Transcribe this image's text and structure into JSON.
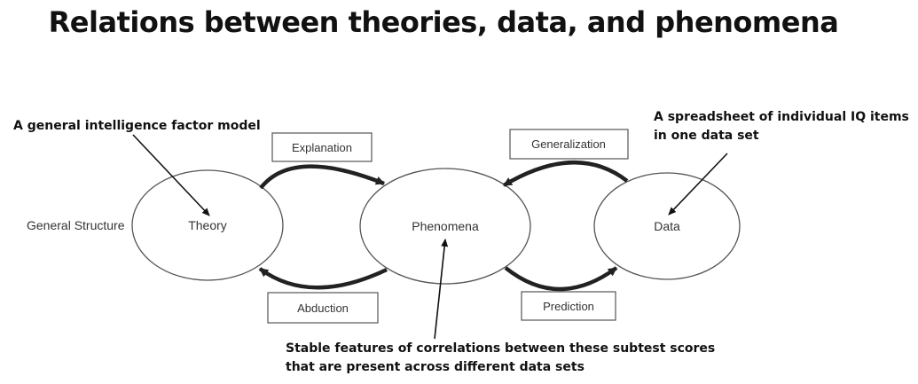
{
  "title": "Relations between theories, data, and phenomena",
  "diagram": {
    "side_label": "General Structure",
    "nodes": {
      "theory": "Theory",
      "phenomena": "Phenomena",
      "data": "Data"
    },
    "processes": {
      "explanation": "Explanation",
      "abduction": "Abduction",
      "generalization": "Generalization",
      "prediction": "Prediction"
    }
  },
  "annotations": {
    "theory_note": "A general intelligence factor model",
    "data_note_line1": "A spreadsheet of individual IQ items",
    "data_note_line2": "in one data set",
    "phenomena_note_line1": "Stable features of correlations between these subtest scores",
    "phenomena_note_line2": "that are present across different data sets"
  },
  "colors": {
    "stroke": "#555555",
    "arrow": "#222222",
    "text": "#111111"
  }
}
